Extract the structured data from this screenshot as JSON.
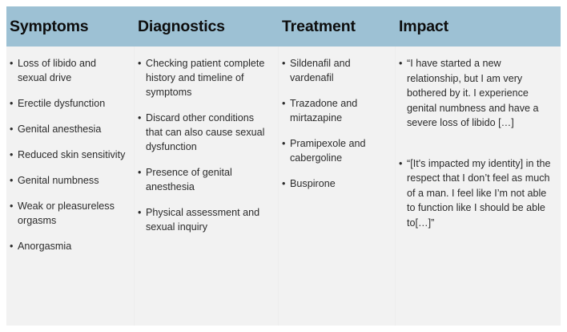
{
  "table": {
    "columns": [
      {
        "header": "Symptoms",
        "kind": "bullets",
        "items": [
          "Loss of libido and sexual drive",
          "Erectile dysfunction",
          "Genital anesthesia",
          " Reduced skin sensitivity",
          "Genital numbness",
          "Weak or pleasureless orgasms",
          "Anorgasmia"
        ]
      },
      {
        "header": "Diagnostics",
        "kind": "bullets",
        "items": [
          "Checking patient complete history and timeline of symptoms",
          "Discard other conditions that can also cause sexual dysfunction",
          "Presence of genital anesthesia",
          "Physical assessment and sexual inquiry"
        ]
      },
      {
        "header": "Treatment",
        "kind": "bullets",
        "items": [
          "Sildenafil and vardenafil",
          "Trazadone and mirtazapine",
          "Pramipexole and cabergoline",
          "Buspirone"
        ]
      },
      {
        "header": "Impact",
        "kind": "quotes",
        "items": [
          "“I have started a new relationship, but I am very bothered by it. I experience genital numbness and have a severe loss of libido […]",
          "“[It's impacted my identity] in the respect that I don’t feel as much of a man. I feel like I’m not able to function like I should be able to[…]”"
        ]
      }
    ]
  },
  "colors": {
    "header_band": "#9dc1d4",
    "body_background": "#f2f2f2",
    "text": "#2b2b2b",
    "header_text": "#0d0d0d",
    "page_background": "#ffffff"
  }
}
